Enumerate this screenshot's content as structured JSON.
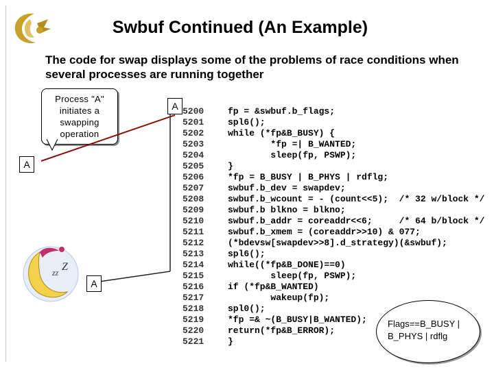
{
  "slide": {
    "title": "Swbuf  Continued (An Example)",
    "intro": "The code for swap displays some of the problems of race conditions when several processes are running together"
  },
  "callout": {
    "text_line1": "Process \"A\"",
    "text_line2": "initiates a",
    "text_line3": "swapping",
    "text_line4": "operation"
  },
  "tags": {
    "tag_top": "A",
    "tag_left": "A",
    "tag_bottom": "A"
  },
  "code": {
    "lines": [
      {
        "n": "5200",
        "t": "fp = &swbuf.b_flags;"
      },
      {
        "n": "5201",
        "t": "spl6();"
      },
      {
        "n": "5202",
        "t": "while (*fp&B_BUSY) {"
      },
      {
        "n": "5203",
        "t": "        *fp =| B_WANTED;"
      },
      {
        "n": "5204",
        "t": "        sleep(fp, PSWP);"
      },
      {
        "n": "5205",
        "t": "}"
      },
      {
        "n": "5206",
        "t": "*fp = B_BUSY | B_PHYS | rdflg;"
      },
      {
        "n": "5207",
        "t": "swbuf.b_dev = swapdev;"
      },
      {
        "n": "5208",
        "t": "swbuf.b_wcount = - (count<<5);  /* 32 w/block */"
      },
      {
        "n": "5209",
        "t": "swbuf.b blkno = blkno;"
      },
      {
        "n": "5210",
        "t": "swbuf.b_addr = coreaddr<<6;     /* 64 b/block */"
      },
      {
        "n": "5211",
        "t": "swbuf.b_xmem = (coreaddr>>10) & 077;"
      },
      {
        "n": "5212",
        "t": "(*bdevsw[swapdev>>8].d_strategy)(&swbuf);"
      },
      {
        "n": "5213",
        "t": "spl6();"
      },
      {
        "n": "5214",
        "t": "while((*fp&B_DONE)==0)"
      },
      {
        "n": "5215",
        "t": "        sleep(fp, PSWP);"
      },
      {
        "n": "5216",
        "t": "if (*fp&B_WANTED)"
      },
      {
        "n": "5217",
        "t": "        wakeup(fp);"
      },
      {
        "n": "5218",
        "t": "spl0();"
      },
      {
        "n": "5219",
        "t": "*fp =& ~(B_BUSY|B_WANTED);"
      },
      {
        "n": "5220",
        "t": "return(*fp&B_ERROR);"
      },
      {
        "n": "5221",
        "t": "}"
      }
    ]
  },
  "flags_bubble": {
    "line1": "Flags==B_BUSY |",
    "line2": "B_PHYS | rdflg"
  },
  "icons": [
    "ucf-logo-icon",
    "sleeping-moon-icon"
  ],
  "colors": {
    "logo_gold": "#c8a02a",
    "moon_yellow": "#f3d24a",
    "arrow": "#222222"
  }
}
